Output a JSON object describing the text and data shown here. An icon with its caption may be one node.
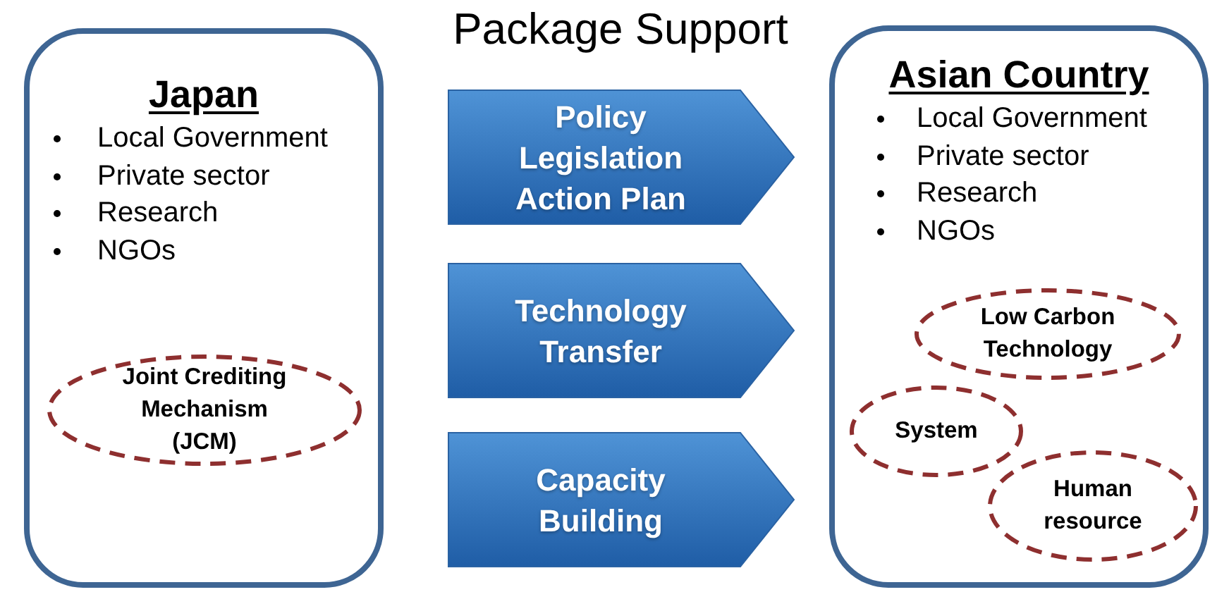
{
  "diagram": {
    "title": "Package Support",
    "nodes": [
      {
        "text": [
          "Japan",
          "Local Government",
          "Private sector",
          "Research",
          "NGOs"
        ]
      },
      {
        "text": [
          "Joint Crediting Mechanism (JCM)"
        ],
        "in": 0
      },
      {
        "text": [
          "Policy Legislation Action Plan"
        ]
      },
      {
        "text": [
          "Technology Transfer"
        ]
      },
      {
        "text": [
          "Capacity Building"
        ]
      },
      {
        "text": [
          "Asian Country",
          "Local Government",
          "Private sector",
          "Research",
          "NGOs"
        ]
      },
      {
        "text": [
          "Low Carbon Technology"
        ],
        "in": 5
      },
      {
        "text": [
          "System"
        ],
        "in": 5
      },
      {
        "text": [
          "Human resource"
        ],
        "in": 5
      }
    ]
  }
}
